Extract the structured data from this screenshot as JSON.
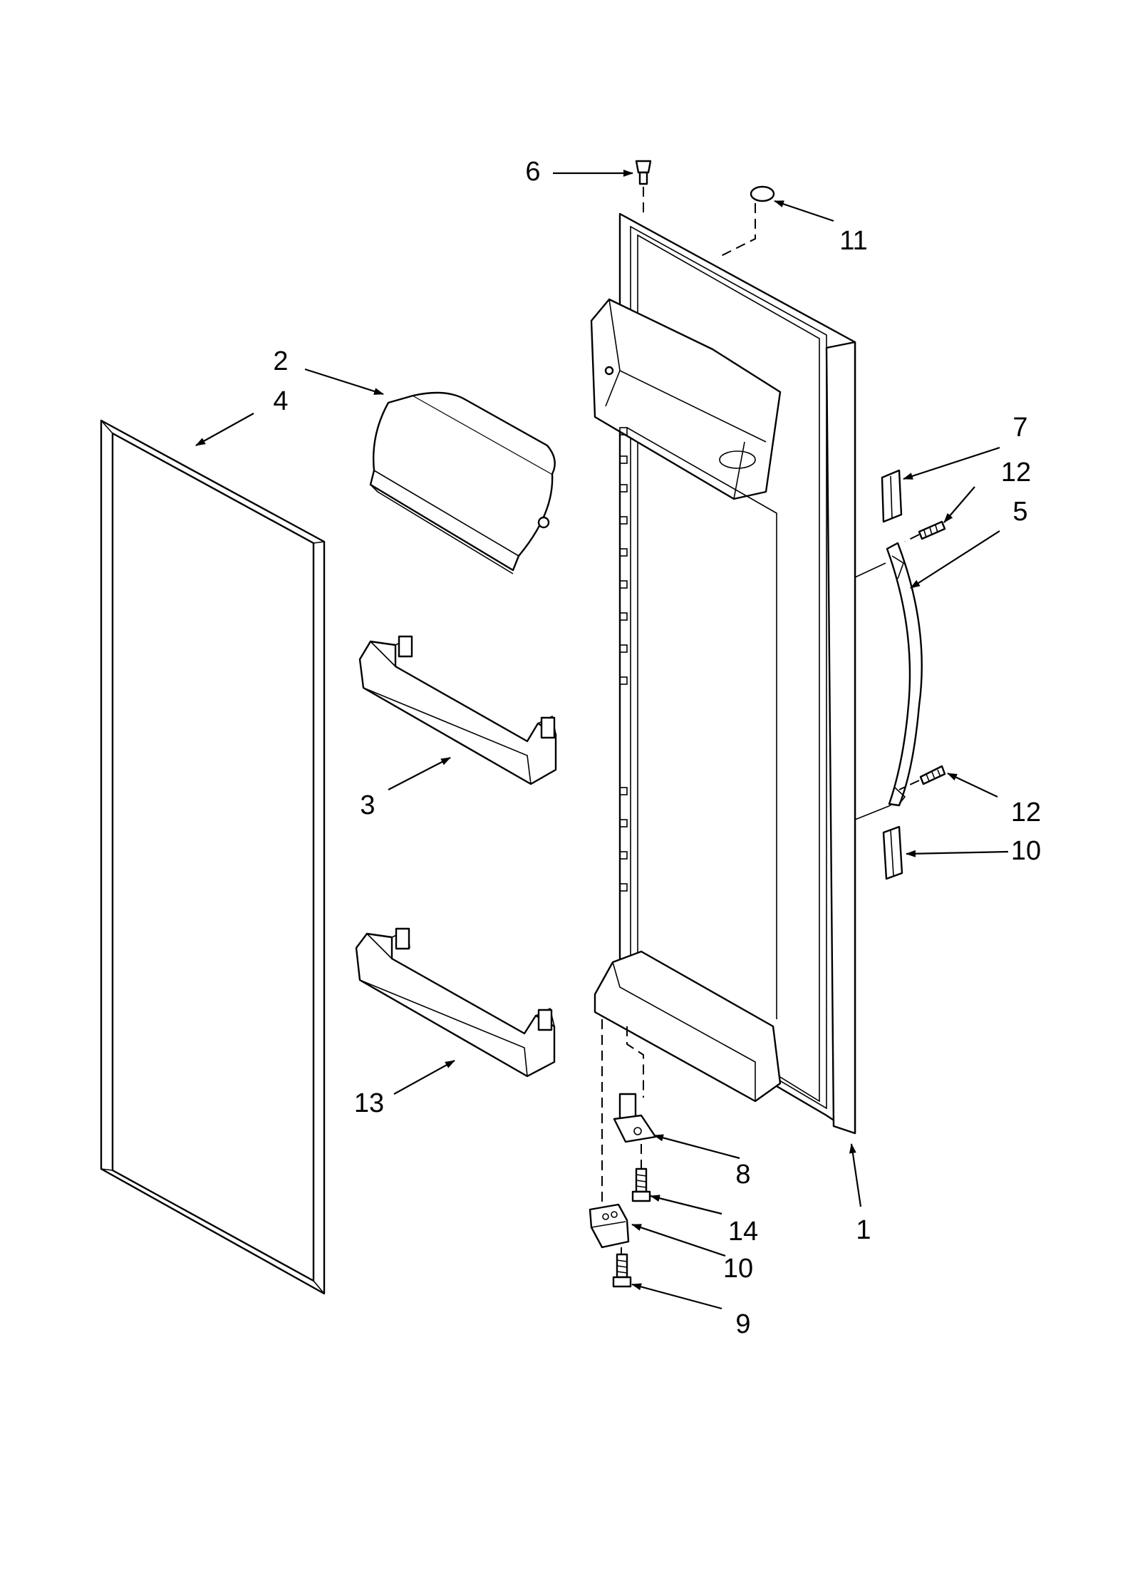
{
  "callouts": {
    "c1": "1",
    "c2": "2",
    "c3": "3",
    "c4": "4",
    "c5": "5",
    "c6": "6",
    "c7": "7",
    "c8": "8",
    "c9": "9",
    "c10_top": "10",
    "c10_bottom": "10",
    "c11": "11",
    "c12_top": "12",
    "c12_bottom": "12",
    "c13": "13",
    "c14": "14"
  }
}
